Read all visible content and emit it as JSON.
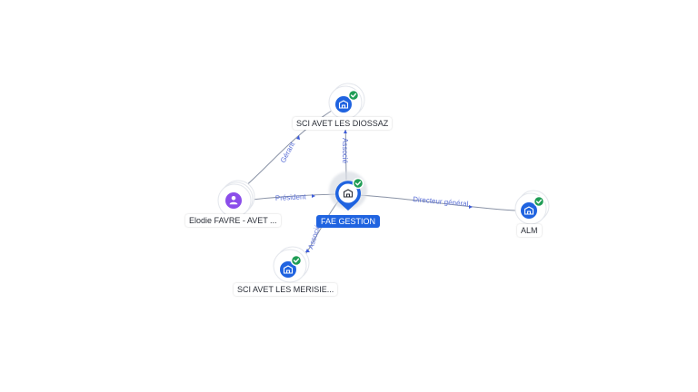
{
  "nodes": {
    "central": {
      "label": "FAE GESTION",
      "type": "company",
      "verified": true
    },
    "top": {
      "label": "SCI AVET LES DIOSSAZ",
      "type": "company",
      "verified": true
    },
    "person": {
      "label": "Elodie FAVRE - AVET ...",
      "type": "person",
      "verified": false
    },
    "right": {
      "label": "ALM",
      "type": "company",
      "verified": true
    },
    "bottom": {
      "label": "SCI AVET LES MERISIE...",
      "type": "company",
      "verified": true
    }
  },
  "edges": {
    "person_central": "Président",
    "person_top": "Gérant",
    "central_top": "Associé",
    "central_right": "Directeur général",
    "central_bottom": "Associé"
  },
  "colors": {
    "company": "#1f63e0",
    "person": "#8b4dea",
    "verified_badge": "#1f9d55",
    "edge_label": "#5a6fd6"
  },
  "icons": {
    "company": "building-icon",
    "person": "person-icon",
    "verified": "check-badge-icon"
  }
}
